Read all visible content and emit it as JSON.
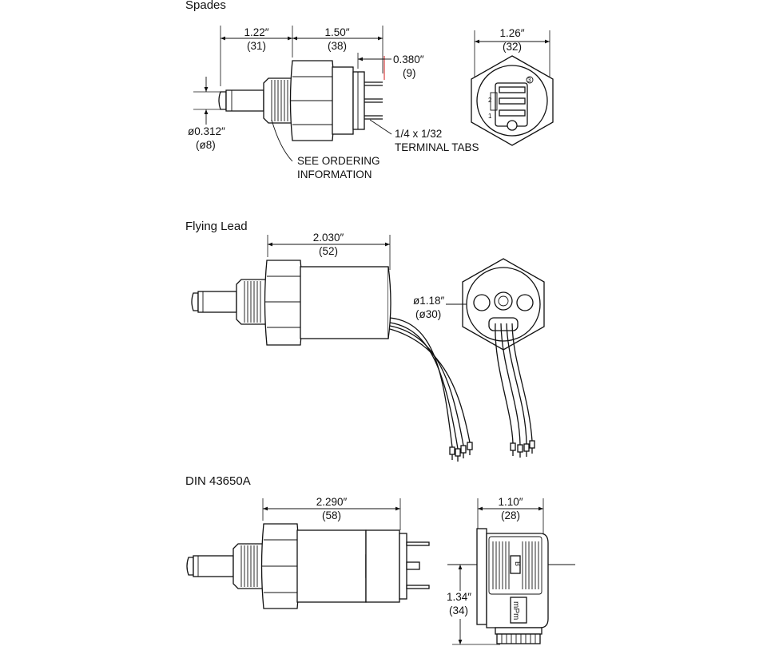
{
  "sections": {
    "spades": "Spades",
    "flying_lead": "Flying Lead",
    "din": "DIN 43650A"
  },
  "spades": {
    "dim_a_in": "1.22″",
    "dim_a_mm": "(31)",
    "dim_b_in": "1.50″",
    "dim_b_mm": "(38)",
    "dim_c_in": "0.380″",
    "dim_c_mm": "(9)",
    "dim_d_in": "1.26″",
    "dim_d_mm": "(32)",
    "dia_in": "ø0.312″",
    "dia_mm": "(ø8)",
    "tabs_1": "1/4 x 1/32",
    "tabs_2": "TERMINAL TABS",
    "order_1": "SEE ORDERING",
    "order_2": "INFORMATION",
    "pin_1": "1",
    "pin_2": "2",
    "pin_3": "3"
  },
  "flying_lead": {
    "dim_in": "2.030″",
    "dim_mm": "(52)",
    "dia_in": "ø1.18″",
    "dia_mm": "(ø30)"
  },
  "din": {
    "len_in": "2.290″",
    "len_mm": "(58)",
    "w_in": "1.10″",
    "w_mm": "(28)",
    "h_in": "1.34″",
    "h_mm": "(34)",
    "logo": "mPm",
    "cap": "B"
  }
}
